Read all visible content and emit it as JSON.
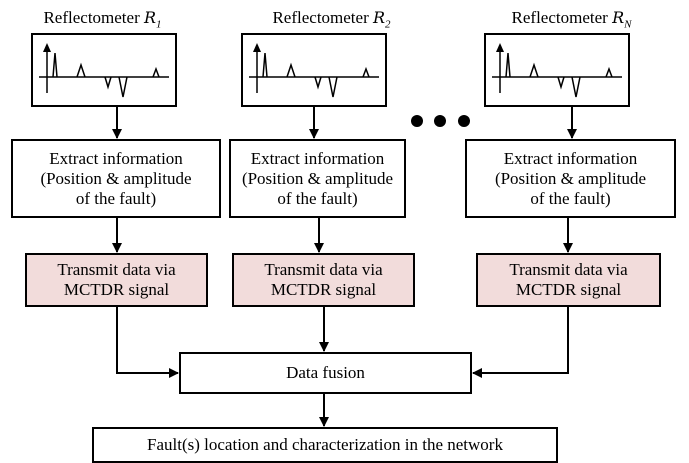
{
  "reflectometers": [
    {
      "label": "Reflectometer",
      "symbol": "R",
      "index": "1"
    },
    {
      "label": "Reflectometer",
      "symbol": "R",
      "index": "2"
    },
    {
      "label": "Reflectometer",
      "symbol": "R",
      "index": "N"
    }
  ],
  "extract": {
    "line1": "Extract information",
    "line2": "(Position & amplitude",
    "line3": "of the fault)"
  },
  "transmit": {
    "line1": "Transmit data via",
    "line2": "MCTDR signal"
  },
  "fusion": "Data fusion",
  "result": "Fault(s) location and characterization in the network",
  "colors": {
    "transmit_fill": "#f2dcdb",
    "stroke": "#000000"
  }
}
